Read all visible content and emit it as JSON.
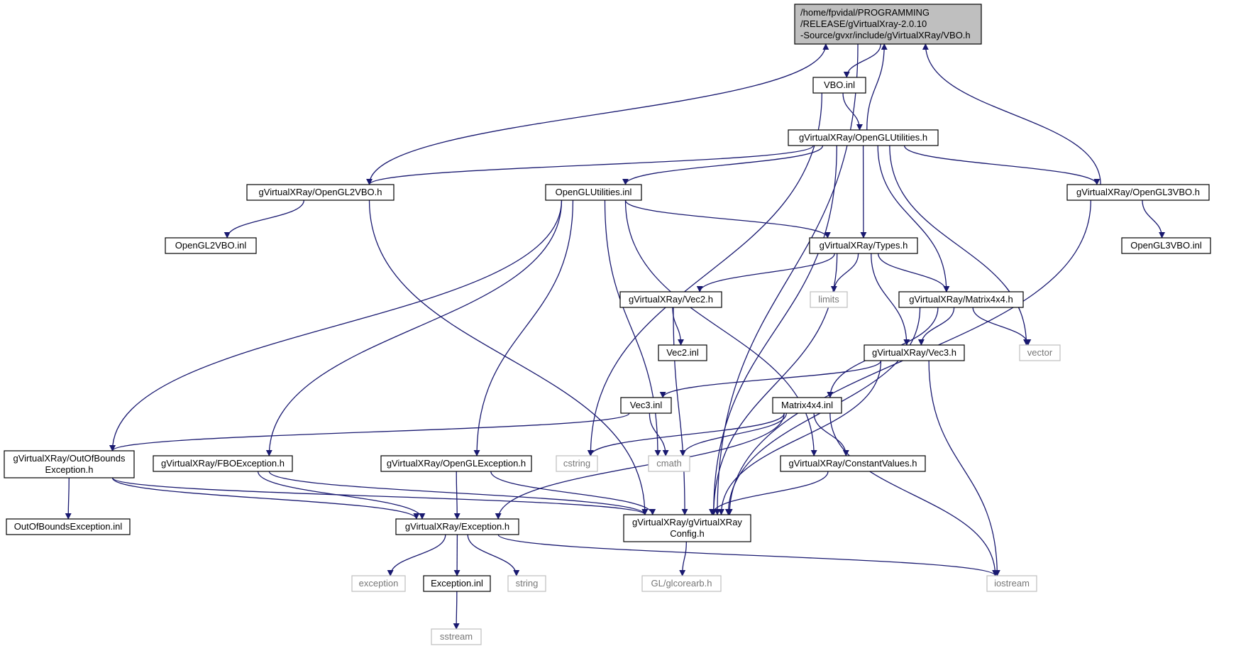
{
  "colors": {
    "edge": "#191970",
    "border_normal": "#000000",
    "border_system": "#bfbfbf",
    "fill_root": "#bfbfbf",
    "fill_normal": "#ffffff",
    "text_normal": "#000000",
    "text_system": "#777777"
  },
  "nodes": [
    {
      "id": "vbo_h",
      "lines": [
        "/home/fpvidal/PROGRAMMING",
        "/RELEASE/gVirtualXray-2.0.10",
        "-Source/gvxr/include/gVirtualXRay/VBO.h"
      ],
      "kind": "root"
    },
    {
      "id": "vbo_inl",
      "lines": [
        "VBO.inl"
      ],
      "kind": "normal"
    },
    {
      "id": "oglutil_h",
      "lines": [
        "gVirtualXRay/OpenGLUtilities.h"
      ],
      "kind": "normal"
    },
    {
      "id": "ogl2vbo_h",
      "lines": [
        "gVirtualXRay/OpenGL2VBO.h"
      ],
      "kind": "normal"
    },
    {
      "id": "oglutil_inl",
      "lines": [
        "OpenGLUtilities.inl"
      ],
      "kind": "normal"
    },
    {
      "id": "ogl3vbo_h",
      "lines": [
        "gVirtualXRay/OpenGL3VBO.h"
      ],
      "kind": "normal"
    },
    {
      "id": "ogl2vbo_inl",
      "lines": [
        "OpenGL2VBO.inl"
      ],
      "kind": "normal"
    },
    {
      "id": "types_h",
      "lines": [
        "gVirtualXRay/Types.h"
      ],
      "kind": "normal"
    },
    {
      "id": "ogl3vbo_inl",
      "lines": [
        "OpenGL3VBO.inl"
      ],
      "kind": "normal"
    },
    {
      "id": "vec2_h",
      "lines": [
        "gVirtualXRay/Vec2.h"
      ],
      "kind": "normal"
    },
    {
      "id": "limits",
      "lines": [
        "limits"
      ],
      "kind": "system"
    },
    {
      "id": "matrix_h",
      "lines": [
        "gVirtualXRay/Matrix4x4.h"
      ],
      "kind": "normal"
    },
    {
      "id": "vec2_inl",
      "lines": [
        "Vec2.inl"
      ],
      "kind": "normal"
    },
    {
      "id": "vec3_h",
      "lines": [
        "gVirtualXRay/Vec3.h"
      ],
      "kind": "normal"
    },
    {
      "id": "vector",
      "lines": [
        "vector"
      ],
      "kind": "system"
    },
    {
      "id": "vec3_inl",
      "lines": [
        "Vec3.inl"
      ],
      "kind": "normal"
    },
    {
      "id": "matrix_inl",
      "lines": [
        "Matrix4x4.inl"
      ],
      "kind": "normal"
    },
    {
      "id": "oob_h",
      "lines": [
        "gVirtualXRay/OutOfBounds",
        "Exception.h"
      ],
      "kind": "normal"
    },
    {
      "id": "fbo_h",
      "lines": [
        "gVirtualXRay/FBOException.h"
      ],
      "kind": "normal"
    },
    {
      "id": "oglex_h",
      "lines": [
        "gVirtualXRay/OpenGLException.h"
      ],
      "kind": "normal"
    },
    {
      "id": "cstring",
      "lines": [
        "cstring"
      ],
      "kind": "system"
    },
    {
      "id": "cmath",
      "lines": [
        "cmath"
      ],
      "kind": "system"
    },
    {
      "id": "const_h",
      "lines": [
        "gVirtualXRay/ConstantValues.h"
      ],
      "kind": "normal"
    },
    {
      "id": "oob_inl",
      "lines": [
        "OutOfBoundsException.inl"
      ],
      "kind": "normal"
    },
    {
      "id": "exc_h",
      "lines": [
        "gVirtualXRay/Exception.h"
      ],
      "kind": "normal"
    },
    {
      "id": "config_h",
      "lines": [
        "gVirtualXRay/gVirtualXRay",
        "Config.h"
      ],
      "kind": "normal"
    },
    {
      "id": "exception",
      "lines": [
        "exception"
      ],
      "kind": "system"
    },
    {
      "id": "exc_inl",
      "lines": [
        "Exception.inl"
      ],
      "kind": "normal"
    },
    {
      "id": "string",
      "lines": [
        "string"
      ],
      "kind": "system"
    },
    {
      "id": "glcorearb",
      "lines": [
        "GL/glcorearb.h"
      ],
      "kind": "system"
    },
    {
      "id": "iostream",
      "lines": [
        "iostream"
      ],
      "kind": "system"
    },
    {
      "id": "sstream",
      "lines": [
        "sstream"
      ],
      "kind": "system"
    }
  ],
  "edges": [
    [
      "vbo_h",
      "vbo_inl"
    ],
    [
      "vbo_inl",
      "oglutil_h"
    ],
    [
      "vbo_inl",
      "cstring"
    ],
    [
      "oglutil_h",
      "vbo_h"
    ],
    [
      "oglutil_h",
      "ogl2vbo_h"
    ],
    [
      "oglutil_h",
      "oglutil_inl"
    ],
    [
      "oglutil_h",
      "ogl3vbo_h"
    ],
    [
      "oglutil_h",
      "types_h"
    ],
    [
      "oglutil_h",
      "matrix_h"
    ],
    [
      "oglutil_h",
      "vector"
    ],
    [
      "oglutil_h",
      "config_h"
    ],
    [
      "ogl2vbo_h",
      "vbo_h"
    ],
    [
      "ogl2vbo_h",
      "ogl2vbo_inl"
    ],
    [
      "ogl2vbo_h",
      "config_h"
    ],
    [
      "ogl3vbo_h",
      "vbo_h"
    ],
    [
      "ogl3vbo_h",
      "ogl3vbo_inl"
    ],
    [
      "ogl3vbo_h",
      "config_h"
    ],
    [
      "vbo_h",
      "config_h"
    ],
    [
      "oglutil_inl",
      "types_h"
    ],
    [
      "oglutil_inl",
      "oob_h"
    ],
    [
      "oglutil_inl",
      "fbo_h"
    ],
    [
      "oglutil_inl",
      "oglex_h"
    ],
    [
      "oglutil_inl",
      "cmath"
    ],
    [
      "oglutil_inl",
      "const_h"
    ],
    [
      "types_h",
      "vec2_h"
    ],
    [
      "types_h",
      "limits"
    ],
    [
      "types_h",
      "matrix_h"
    ],
    [
      "types_h",
      "vec3_h"
    ],
    [
      "types_h",
      "config_h"
    ],
    [
      "vec2_h",
      "vec2_inl"
    ],
    [
      "vec2_h",
      "config_h"
    ],
    [
      "matrix_h",
      "vec3_h"
    ],
    [
      "matrix_h",
      "vector"
    ],
    [
      "matrix_h",
      "matrix_inl"
    ],
    [
      "matrix_h",
      "config_h"
    ],
    [
      "vec3_h",
      "vec3_inl"
    ],
    [
      "vec3_h",
      "config_h"
    ],
    [
      "vec3_h",
      "iostream"
    ],
    [
      "vec3_inl",
      "oob_h"
    ],
    [
      "vec3_inl",
      "cmath"
    ],
    [
      "matrix_inl",
      "cstring"
    ],
    [
      "matrix_inl",
      "cmath"
    ],
    [
      "matrix_inl",
      "const_h"
    ],
    [
      "matrix_inl",
      "exc_h"
    ],
    [
      "matrix_inl",
      "iostream"
    ],
    [
      "oob_h",
      "oob_inl"
    ],
    [
      "oob_h",
      "exc_h"
    ],
    [
      "oob_h",
      "config_h"
    ],
    [
      "fbo_h",
      "exc_h"
    ],
    [
      "fbo_h",
      "config_h"
    ],
    [
      "oglex_h",
      "exc_h"
    ],
    [
      "oglex_h",
      "config_h"
    ],
    [
      "const_h",
      "config_h"
    ],
    [
      "exc_h",
      "exception"
    ],
    [
      "exc_h",
      "exc_inl"
    ],
    [
      "exc_h",
      "string"
    ],
    [
      "exc_h",
      "iostream"
    ],
    [
      "exc_inl",
      "sstream"
    ],
    [
      "config_h",
      "glcorearb"
    ]
  ]
}
